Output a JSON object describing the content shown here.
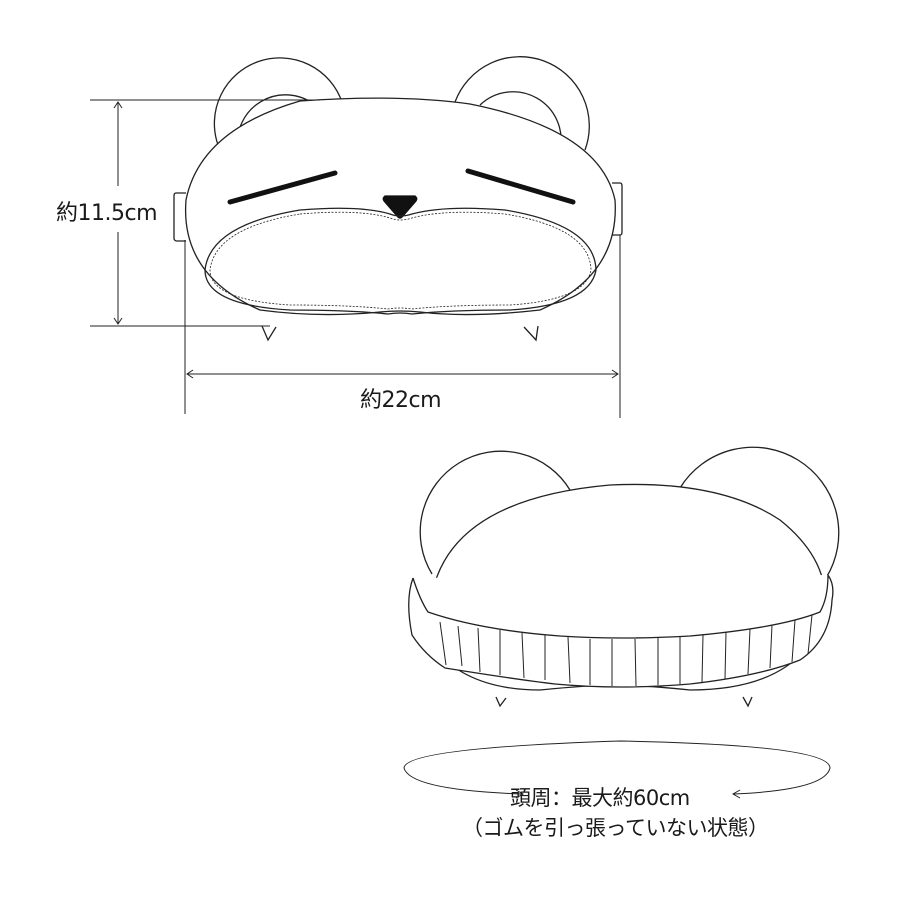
{
  "diagram": {
    "type": "product-dimension-diagram",
    "subject": "bear-face sleep eye mask",
    "views": [
      {
        "name": "front-view",
        "description": "Front of eye mask with bear ears, closed eyes and nose"
      },
      {
        "name": "back-view",
        "description": "Back of eye mask with gathered elastic band"
      }
    ],
    "colors": {
      "line": "#222222",
      "background": "#ffffff",
      "fill": "#ffffff",
      "feature": "#111111"
    }
  },
  "dimensions": {
    "height_label": "約11.5cm",
    "width_label": "約22cm",
    "head_circumference_label": "頭周：最大約60cm",
    "head_circumference_note": "（ゴムを引っ張っていない状態）"
  }
}
